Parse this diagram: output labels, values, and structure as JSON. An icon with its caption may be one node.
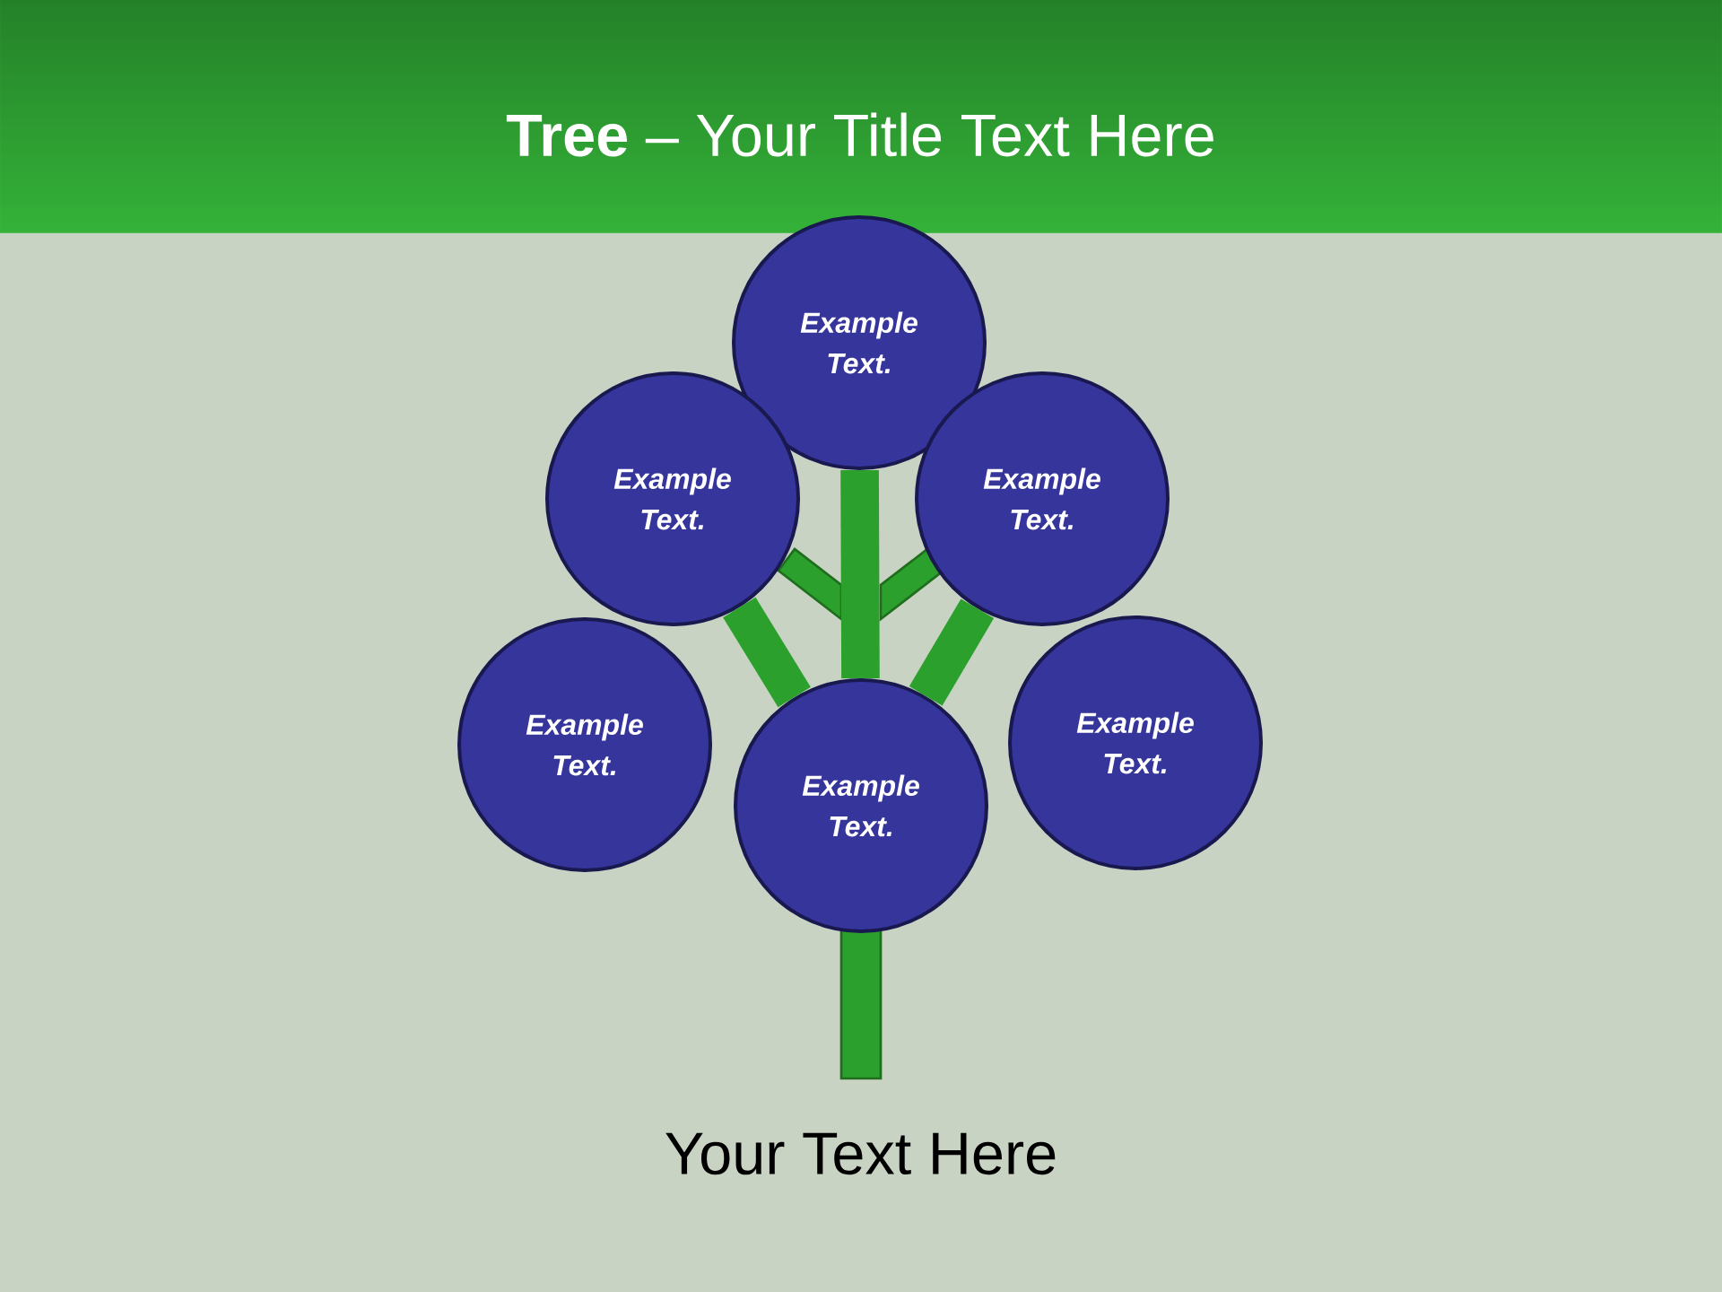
{
  "diagram": {
    "title": "**Tree** – Your Title Text Here",
    "nodes": [
      {
        "text": [
          "Example Text."
        ]
      },
      {
        "text": [
          "Example Text."
        ]
      },
      {
        "text": [
          "Example Text."
        ]
      },
      {
        "text": [
          "Example Text."
        ]
      },
      {
        "text": [
          "Example Text."
        ]
      },
      {
        "text": [
          "Example Text."
        ]
      }
    ],
    "edges": [
      {
        "from": 4,
        "to": 0,
        "arrow": "none"
      },
      {
        "from": 4,
        "to": 1,
        "arrow": "none"
      },
      {
        "from": 4,
        "to": 2,
        "arrow": "none"
      }
    ],
    "labels": [
      "Your Text Here"
    ]
  }
}
